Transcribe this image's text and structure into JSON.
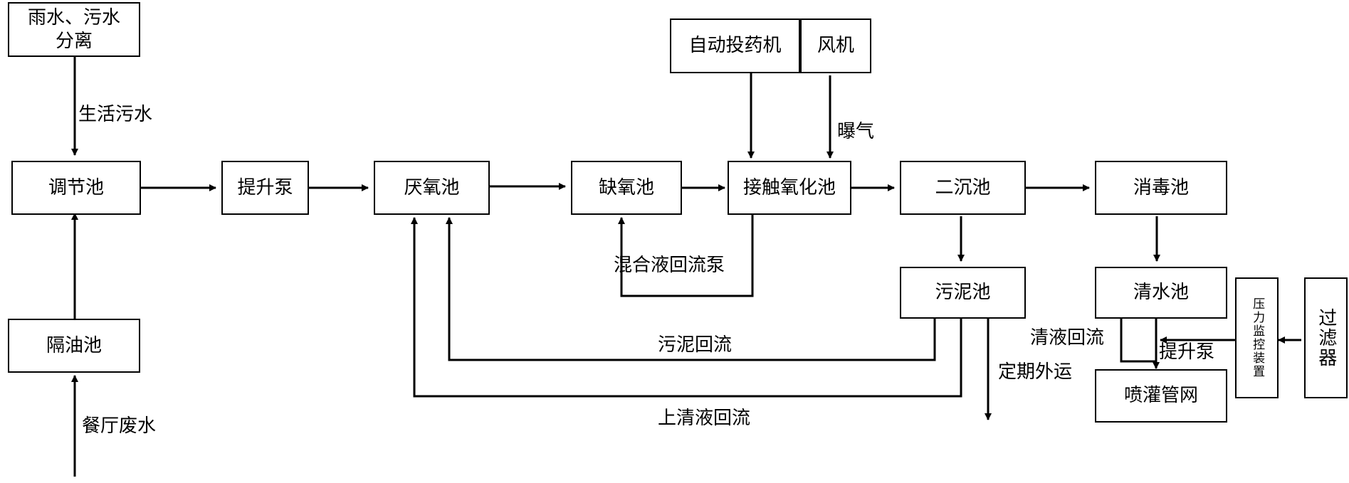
{
  "nodes": {
    "rain_sewage_sep": "雨水、污水分离",
    "regulating_tank": "调节池",
    "lift_pump": "提升泵",
    "anaerobic_tank": "厌氧池",
    "anoxic_tank": "缺氧池",
    "contact_oxidation_tank": "接触氧化池",
    "secondary_settling_tank": "二沉池",
    "disinfection_tank": "消毒池",
    "oil_separation_tank": "隔油池",
    "auto_dosing": "自动投药机",
    "blower": "风机",
    "sludge_tank": "污泥池",
    "clear_water_tank": "清水池",
    "sprinkler_network": "喷灌管网",
    "pressure_monitor": "压力监控装置",
    "filter": "过滤器"
  },
  "labels": {
    "domestic_sewage": "生活污水",
    "restaurant_wastewater": "餐厅废水",
    "aeration": "曝气",
    "mixed_liquor_return": "混合液回流泵",
    "sludge_return": "污泥回流",
    "supernatant_return": "上清液回流",
    "clear_liquid_return": "清液回流",
    "periodic_transport": "定期外运",
    "lift_pump_2": "提升泵"
  }
}
